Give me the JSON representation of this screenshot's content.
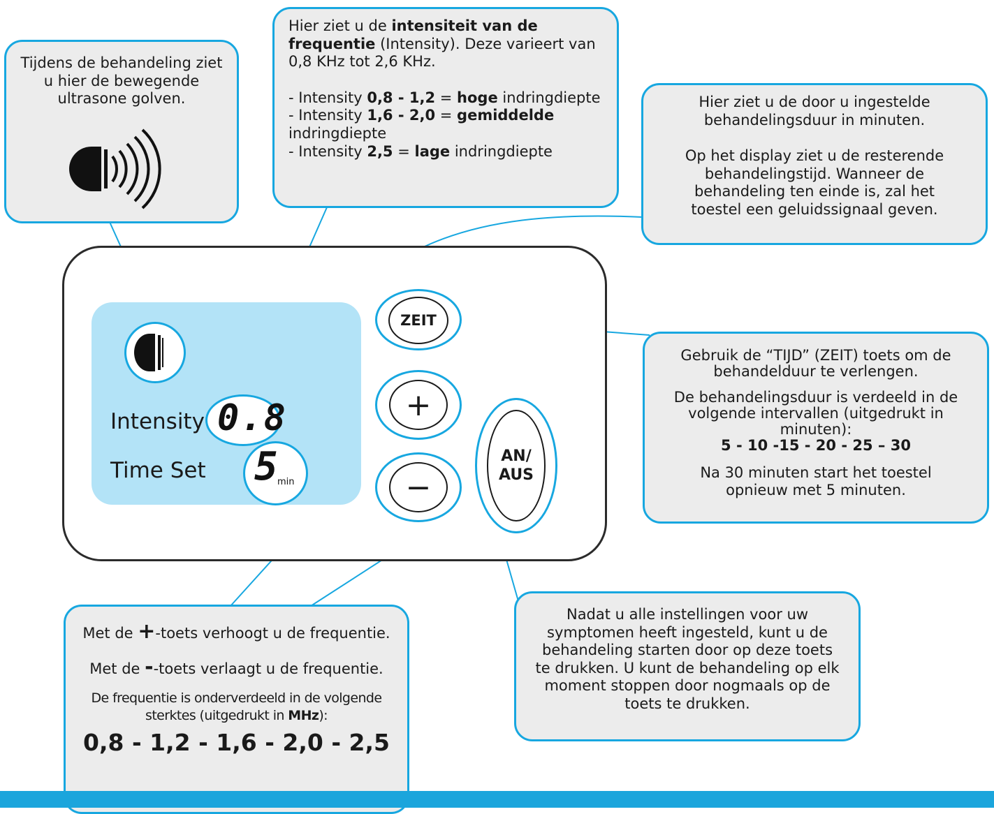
{
  "colors": {
    "accent": "#17a7e0",
    "box_fill": "#ececec",
    "lcd": "#b3e3f7",
    "outline": "#2b2b2b"
  },
  "device": {
    "intensity_label": "Intensity",
    "intensity_value": "0.8",
    "time_label": "Time Set",
    "time_value": "5",
    "time_unit": "min",
    "zeit_button": "ZEIT",
    "plus_button": "+",
    "minus_button": "−",
    "power_button_line1": "AN/",
    "power_button_line2": "AUS",
    "icon": "ultrasound-head-icon"
  },
  "callouts": {
    "waves": {
      "text": "Tijdens de behandeling ziet u hier de bewegende ultrasone golven.",
      "icon": "ultrasound-waves-icon"
    },
    "intensity": {
      "l1_pre": "Hier ziet u de ",
      "l1_bold": "intensiteit van de frequentie",
      "l1_post": " (Intensity). Deze varieert van 0,8 KHz tot 2,6 KHz.",
      "r1_pre": "- Intensity ",
      "r1_range": "0,8 - 1,2",
      "r1_eq": " = ",
      "r1_level": "hoge",
      "r1_post": " indringdiepte",
      "r2_pre": "- Intensity ",
      "r2_range": "1,6 - 2,0",
      "r2_eq": " = ",
      "r2_level": "gemiddelde",
      "r2_post": " indringdiepte",
      "r3_pre": "- Intensity ",
      "r3_range": "2,5",
      "r3_eq": " = ",
      "r3_level": "lage",
      "r3_post": " indringdiepte"
    },
    "duration": {
      "p1": "Hier ziet u de door u ingestelde behandelingsduur in minuten.",
      "p2": "Op het display ziet u de resterende behandelingstijd. Wanneer de behandeling ten einde is, zal het toestel een geluidssignaal geven."
    },
    "zeit": {
      "p1": "Gebruik de “TIJD” (ZEIT) toets om de behandelduur te verlengen.",
      "p2": "De behandelingsduur is verdeeld in de volgende intervallen (uitgedrukt in minuten):",
      "intervals": "5 - 10 -15 - 20 - 25 – 30",
      "p3": "Na 30 minuten start het toestel opnieuw met 5 minuten."
    },
    "plusminus": {
      "l1_pre": "Met de ",
      "l1_sym": "+",
      "l1_post": "-toets verhoogt u de frequentie.",
      "l2_pre": "Met de ",
      "l2_sym": "-",
      "l2_post": "-toets verlaagt u de frequentie.",
      "l3_pre": "De frequentie is onderverdeeld in de volgende sterktes (uitgedrukt in ",
      "l3_bold": "MHz",
      "l3_post": "):",
      "values": "0,8 - 1,2 - 1,6 - 2,0 - 2,5"
    },
    "power": {
      "text": "Nadat u alle instellingen voor uw symptomen heeft ingesteld, kunt u de behandeling starten door op deze toets te drukken. U kunt de behandeling op elk moment stoppen door nogmaals op de toets te drukken."
    }
  }
}
